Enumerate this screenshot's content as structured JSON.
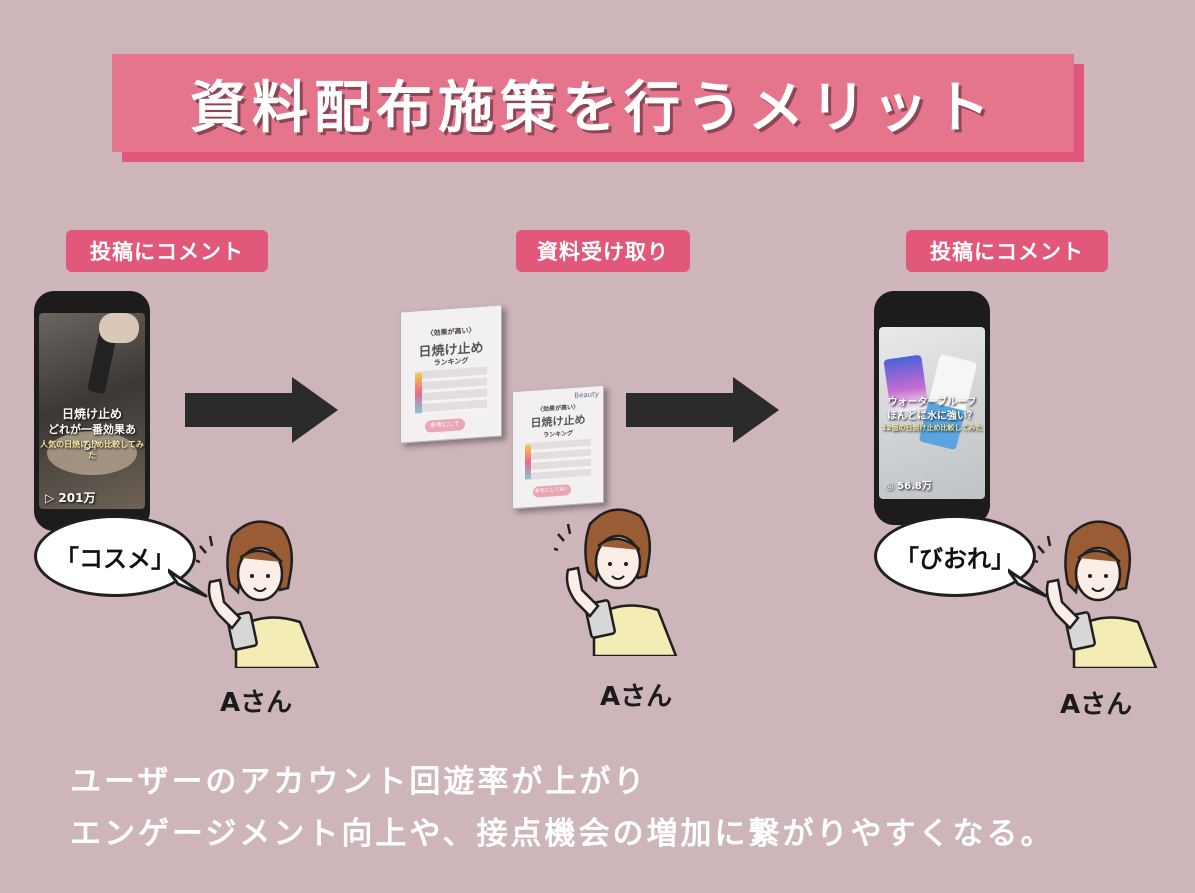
{
  "title": "資料配布施策を行うメリット",
  "steps": [
    {
      "label": "投稿にコメント"
    },
    {
      "label": "資料受け取り"
    },
    {
      "label": "投稿にコメント"
    }
  ],
  "phone_left": {
    "overlay_line1": "日焼け止め",
    "overlay_line2": "どれが一番効果ある？",
    "overlay_line3": "人気の日焼け止め比較してみた",
    "views": "▷ 201万"
  },
  "phone_right": {
    "overlay_line1": "ウォーターブルーフ",
    "overlay_line2": "ほんとに水に強い？",
    "overlay_line3": "12個の日焼け止め比較してみた",
    "views": "◎ 56.8万"
  },
  "book_large": {
    "subtitle": "〈効果が高い〉",
    "title": "日焼け止め",
    "tagline": "ランキング",
    "button": "参考にしてね！"
  },
  "book_small": {
    "subtitle": "〈効果が高い〉",
    "title": "日焼け止め",
    "tagline": "ランキング",
    "button": "参考にしてね！",
    "brand": "Beauty"
  },
  "bubbles": {
    "left": "「コスメ」",
    "right": "「びおれ」"
  },
  "persons": [
    "Aさん",
    "Aさん",
    "Aさん"
  ],
  "footer": {
    "line1": "ユーザーのアカウント回遊率が上がり",
    "line2": "エンゲージメント向上や、接点機会の増加に繋がりやすくなる。"
  },
  "colors": {
    "background": "#cdb5b9",
    "accent": "#e2587a",
    "banner": "#e4758c"
  }
}
